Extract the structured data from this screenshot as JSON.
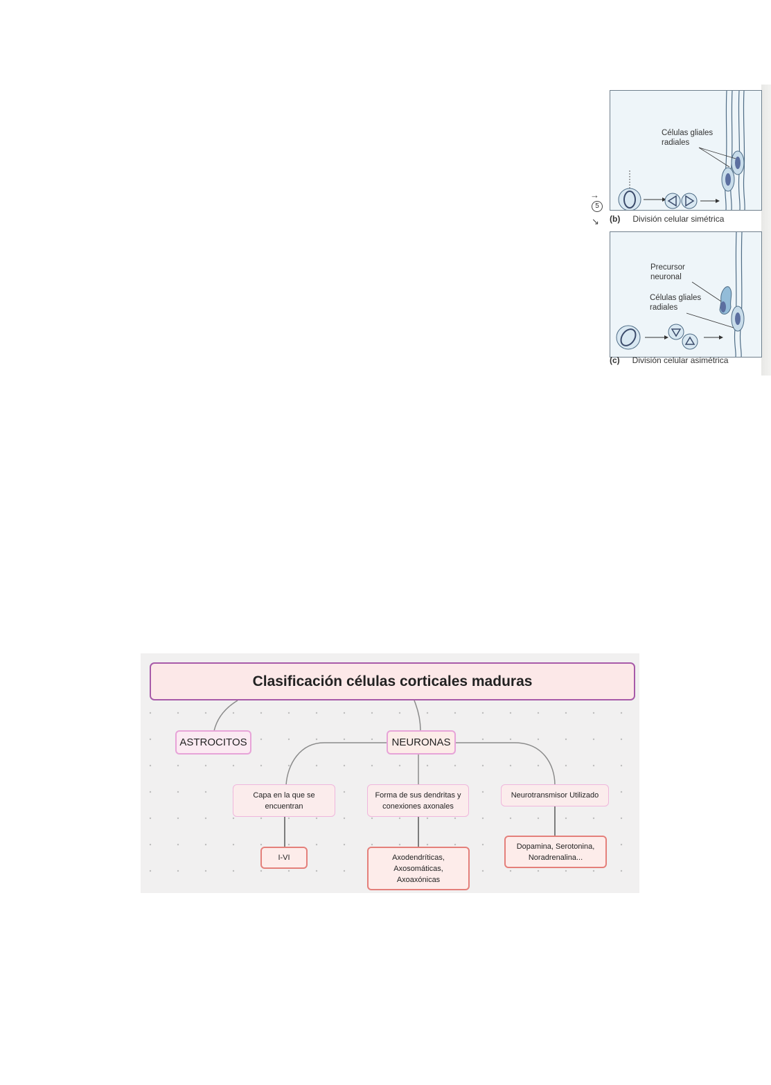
{
  "figure": {
    "panel_b": {
      "label": "Células gliales radiales",
      "label_line1": "Células gliales",
      "label_line2": "radiales",
      "caption_letter": "(b)",
      "caption_text": "División celular simétrica"
    },
    "panel_c": {
      "precursor_line1": "Precursor",
      "precursor_line2": "neuronal",
      "label_line1": "Células gliales",
      "label_line2": "radiales",
      "caption_letter": "(c)",
      "caption_text": "División celular asimétrica"
    },
    "step_number": "5",
    "arrow_glyph": "→",
    "arrow_diag_glyph": "↘"
  },
  "mindmap": {
    "title": "Clasificación células corticales maduras",
    "branches": {
      "astrocitos": "ASTROCITOS",
      "neuronas": "NEURONAS"
    },
    "criteria": [
      {
        "label": "Capa en la que se encuentran",
        "value": "I-VI"
      },
      {
        "label": "Forma de sus dendritas y conexiones axonales",
        "value": "Axodendríticas, Axosomáticas, Axoaxónicas"
      },
      {
        "label": "Neurotransmisor Utilizado",
        "value": "Dopamina, Serotonina, Noradrenalina..."
      }
    ]
  }
}
